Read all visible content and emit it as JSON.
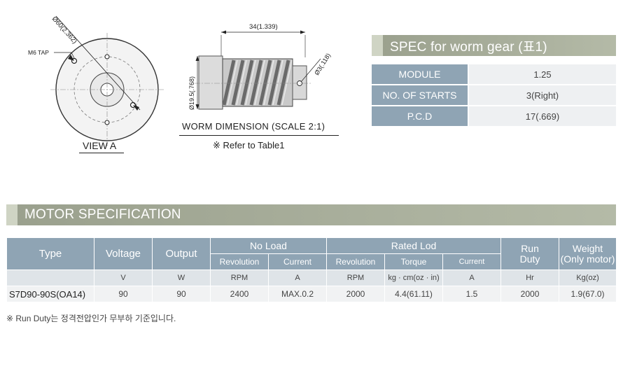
{
  "drawings": {
    "view_a": {
      "dim_diameter": "Ø60(2.362)",
      "tap_label": "M6 TAP",
      "caption": "VIEW A"
    },
    "worm": {
      "dim_length": "34(1.339)",
      "dim_outer_diameter": "Ø19.5(.768)",
      "dim_shaft_diameter": "Ø3(.118)",
      "caption": "WORM DIMENSION (SCALE 2:1)",
      "note": "※ Refer to Table1"
    }
  },
  "spec_section": {
    "title": "SPEC for worm gear (표1)",
    "rows": [
      {
        "label": "MODULE",
        "value": "1.25"
      },
      {
        "label": "NO. OF STARTS",
        "value": "3(Right)"
      },
      {
        "label": "P.C.D",
        "value": "17(.669)"
      }
    ]
  },
  "motor_section": {
    "title": "MOTOR SPECIFICATION",
    "headers": {
      "type": "Type",
      "voltage": "Voltage",
      "output": "Output",
      "no_load": "No Load",
      "rated_load": "Rated Lod",
      "run_duty_line1": "Run",
      "run_duty_line2": "Duty",
      "weight_line1": "Weight",
      "weight_line2": "(Only motor)",
      "revolution": "Revolution",
      "current": "Current",
      "revolution2": "Revolution",
      "torque": "Torque",
      "current2": "Current"
    },
    "units": {
      "voltage": "V",
      "output": "W",
      "nl_revolution": "RPM",
      "nl_current": "A",
      "rl_revolution": "RPM",
      "torque": "kg · cm(oz · in)",
      "rl_current": "A",
      "run_duty": "Hr",
      "weight": "Kg(oz)"
    },
    "rows": [
      {
        "type": "S7D90-90S(OA14)",
        "voltage": "90",
        "output": "90",
        "nl_revolution": "2400",
        "nl_current": "MAX.0.2",
        "rl_revolution": "2000",
        "torque": "4.4(61.11)",
        "rl_current": "1.5",
        "run_duty": "2000",
        "weight": "1.9(67.0)"
      }
    ],
    "note": "※ Run Duty는 정격전압인가 무부하 기준입니다."
  }
}
